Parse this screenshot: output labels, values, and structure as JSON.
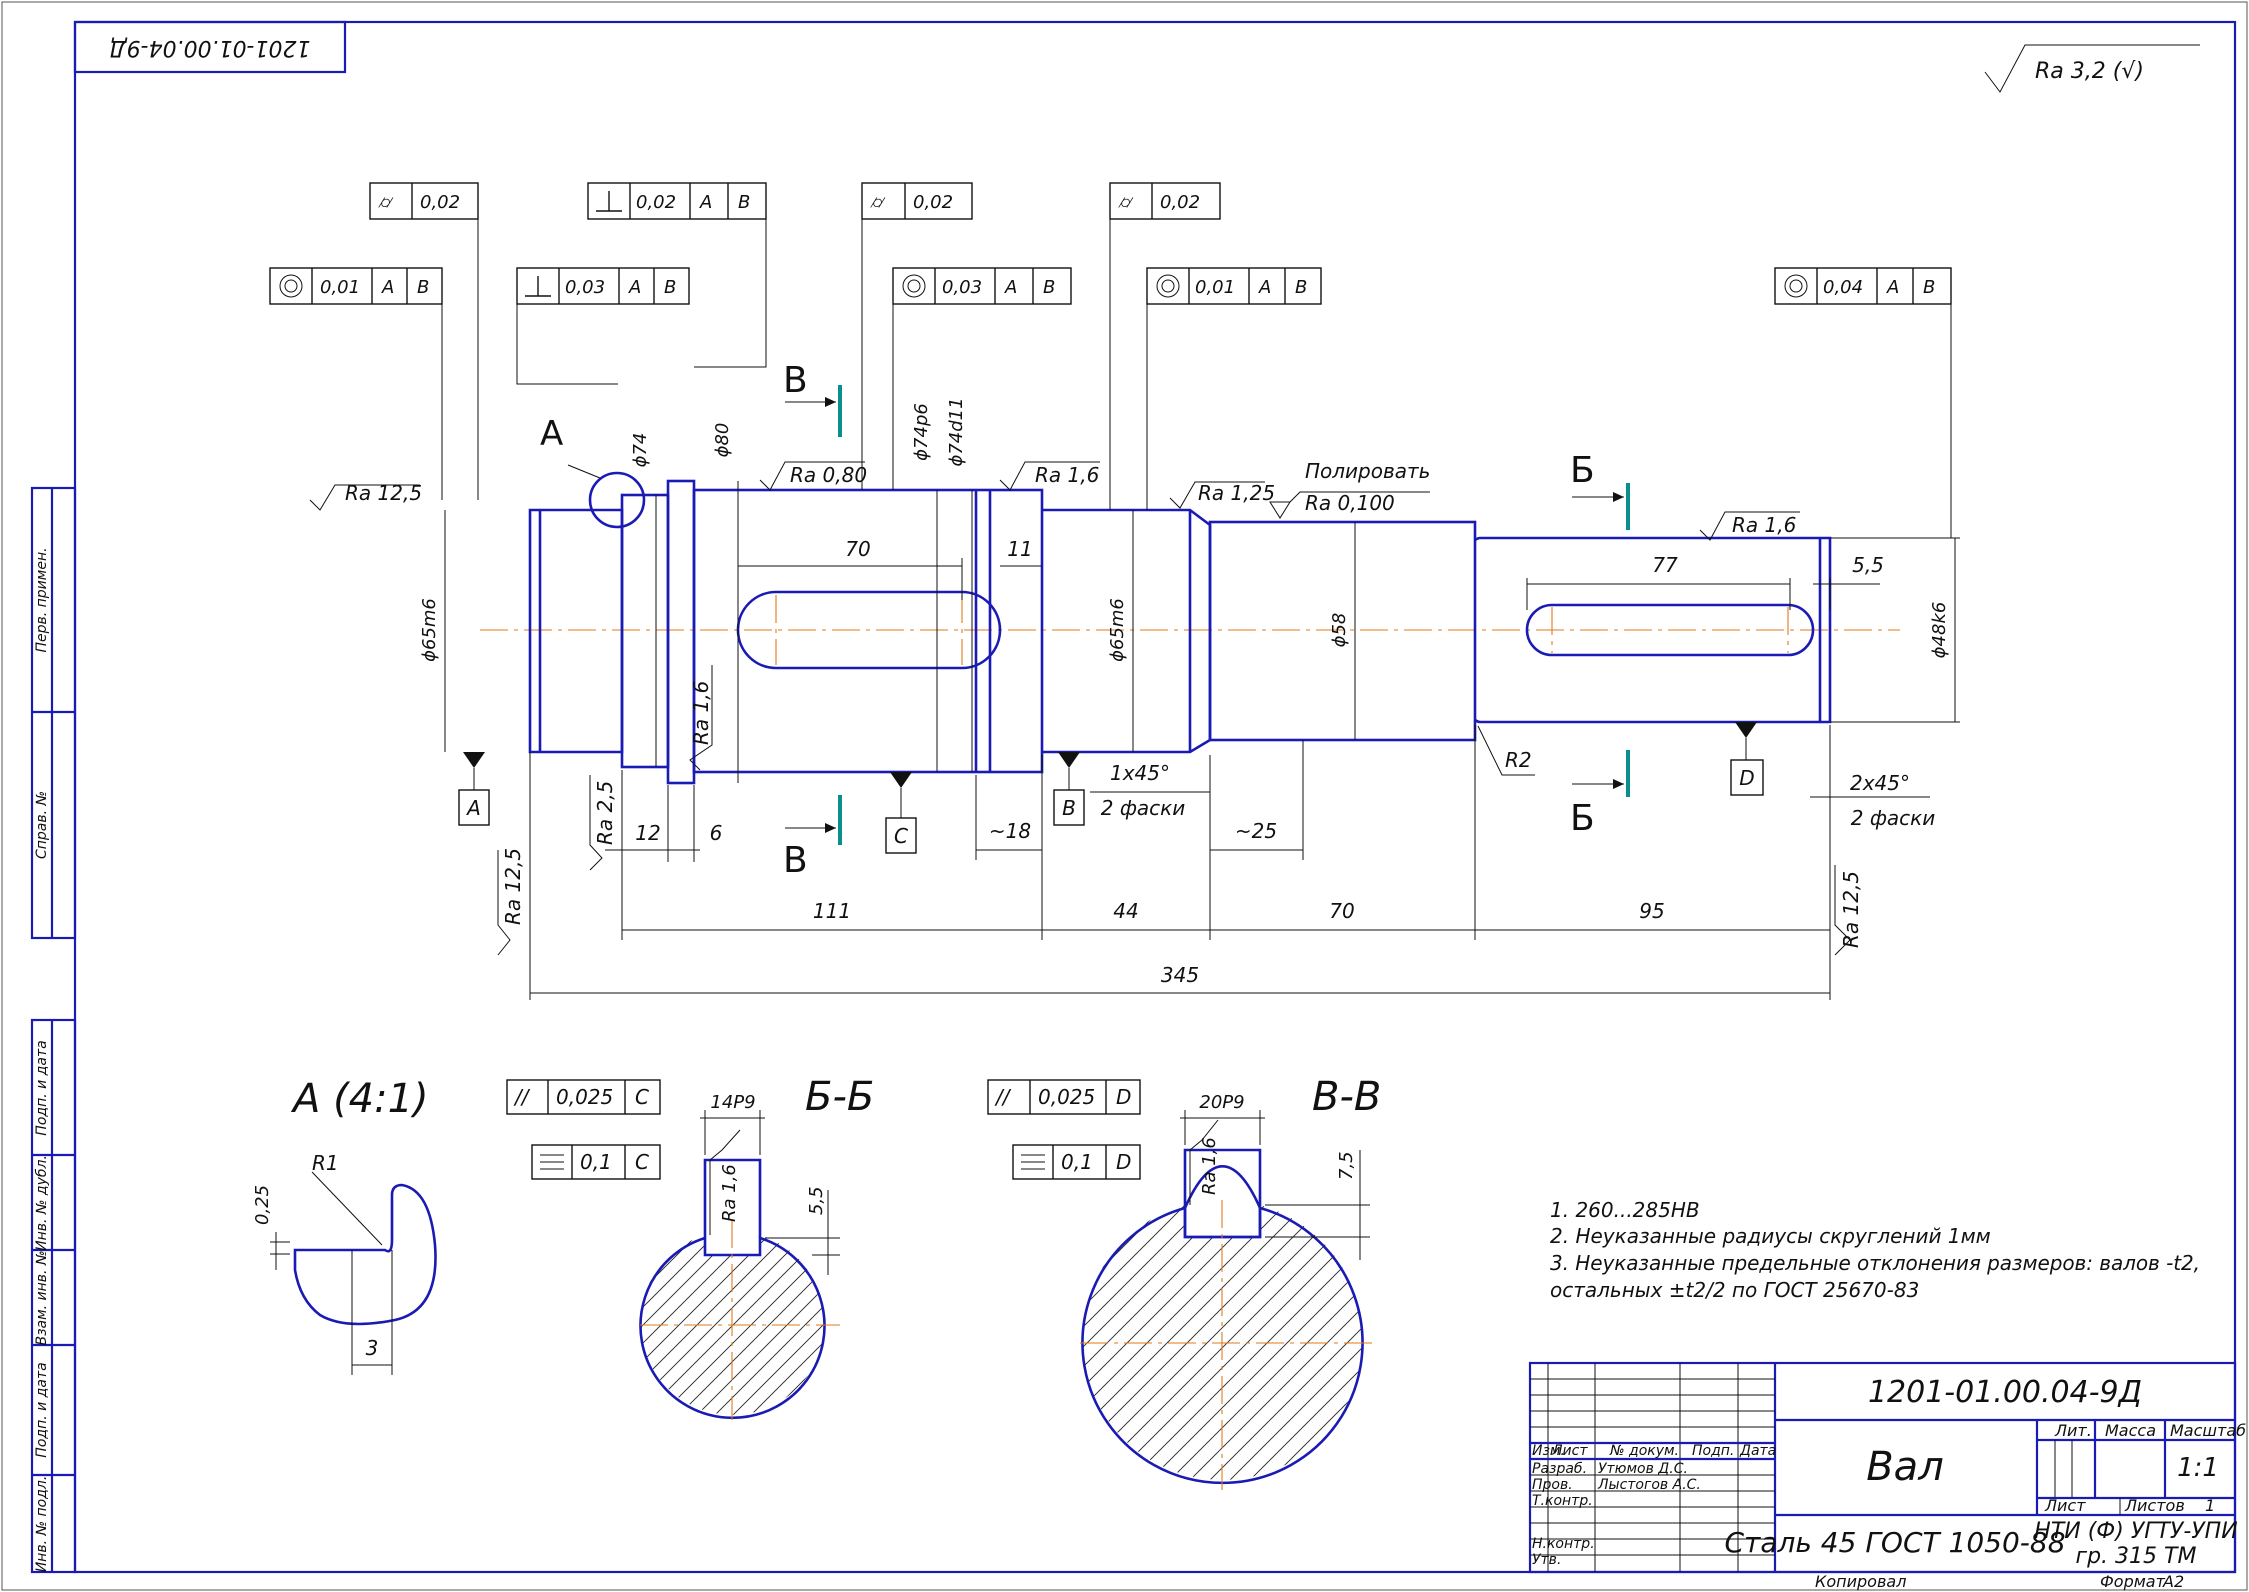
{
  "drawing": {
    "designation": "1201-01.00.04-9Д",
    "designation_rotated": "1201-01.00.04-9Д",
    "roughness_general": "Ra 3,2 (√)",
    "part_name": "Вал",
    "material": "Сталь 45 ГОСТ 1050-88",
    "organization_line1": "НТИ (Ф) УГТУ-УПИ",
    "organization_line2": "гр. 315 ТМ",
    "scale": "1:1",
    "sheets_label": "Листов",
    "sheets_value": "1",
    "sheet_label": "Лист",
    "lit_label": "Лит.",
    "mass_label": "Масса",
    "scale_label": "Масштаб",
    "copied_label": "Копировал",
    "format_label": "Формат",
    "format_value": "A2"
  },
  "title_block": {
    "headers": [
      "Изм.",
      "Лист",
      "№ докум.",
      "Подп.",
      "Дата"
    ],
    "rows": [
      {
        "role": "Разраб.",
        "name": "Утюмов Д.С."
      },
      {
        "role": "Пров.",
        "name": "Лыстогов А.С."
      },
      {
        "role": "Т.контр.",
        "name": ""
      },
      {
        "role": "Н.контр.",
        "name": ""
      },
      {
        "role": "Утв.",
        "name": ""
      }
    ]
  },
  "side_stamps": [
    "Перв. примен.",
    "Справ. №",
    "Подп. и дата",
    "Инв. № дубл.",
    "Взам. инв. №",
    "Подп. и дата",
    "Инв. № подл."
  ],
  "tolerance_frames": [
    {
      "symbol": "runout",
      "value": "0,02",
      "bases": []
    },
    {
      "symbol": "coaxial",
      "value": "0,01",
      "bases": [
        "А",
        "В"
      ]
    },
    {
      "symbol": "perp",
      "value": "0,03",
      "bases": [
        "А",
        "В"
      ]
    },
    {
      "symbol": "perp",
      "value": "0,02",
      "bases": [
        "А",
        "В"
      ]
    },
    {
      "symbol": "runout",
      "value": "0,02",
      "bases": []
    },
    {
      "symbol": "coaxial",
      "value": "0,03",
      "bases": [
        "А",
        "В"
      ]
    },
    {
      "symbol": "runout",
      "value": "0,02",
      "bases": []
    },
    {
      "symbol": "coaxial",
      "value": "0,01",
      "bases": [
        "А",
        "В"
      ]
    },
    {
      "symbol": "coaxial",
      "value": "0,04",
      "bases": [
        "А",
        "В"
      ]
    },
    {
      "symbol": "parallel",
      "value": "0,025",
      "bases": [
        "С"
      ]
    },
    {
      "symbol": "symmetry",
      "value": "0,1",
      "bases": [
        "С"
      ]
    },
    {
      "symbol": "parallel",
      "value": "0,025",
      "bases": [
        "D"
      ]
    },
    {
      "symbol": "symmetry",
      "value": "0,1",
      "bases": [
        "D"
      ]
    }
  ],
  "dimensions": {
    "d1": "ϕ65m6",
    "d2": "ϕ74",
    "d3": "ϕ80",
    "d4": "ϕ74p6",
    "d5": "ϕ74d11",
    "d6": "ϕ65m6",
    "d7": "ϕ58",
    "d8": "ϕ48k6",
    "l_key1": "70",
    "l_key1_off": "11",
    "l_key2": "77",
    "l_key2_off": "5,5",
    "l12": "12",
    "l6": "6",
    "l18": "~18",
    "l25": "~25",
    "l111": "111",
    "l44": "44",
    "l70": "70",
    "l95": "95",
    "l345": "345",
    "chamfer1": "1х45°",
    "chamfer1b": "2 фаски",
    "chamfer2": "2х45°",
    "chamfer2b": "2 фаски",
    "r2": "R2",
    "ra_125a": "Ra 12,5",
    "ra_080": "Ra 0,80",
    "ra_16a": "Ra 1,6",
    "ra_125b": "Ra 1,25",
    "polish": "Полировать",
    "ra_0100": "Ra 0,100",
    "ra_16b": "Ra 1,6",
    "ra_16c": "Ra 1,6",
    "ra_25": "Ra 2,5",
    "ra_125_v1": "Ra 12,5",
    "ra_125_v2": "Ra 12,5"
  },
  "datums": [
    "А",
    "С",
    "В",
    "D"
  ],
  "section_labels": {
    "view_a": "А",
    "cut_b": "Б",
    "cut_v": "В",
    "detail_title": "А (4:1)",
    "sec_bb": "Б-Б",
    "sec_vv": "В-В"
  },
  "details": {
    "r1": "R1",
    "d025": "0,25",
    "d3": "3",
    "key_bb_w": "14P9",
    "key_bb_d": "5,5",
    "key_bb_ra": "Ra 1,6",
    "key_vv_w": "20P9",
    "key_vv_d": "7,5",
    "key_vv_ra": "Ra 1,6"
  },
  "notes": [
    "1. 260...285НВ",
    "2. Неуказанные радиусы скруглений 1мм",
    "3. Неуказанные предельные отклонения размеров: валов -t2,",
    "остальных ±t2/2 по ГОСТ 25670-83"
  ]
}
